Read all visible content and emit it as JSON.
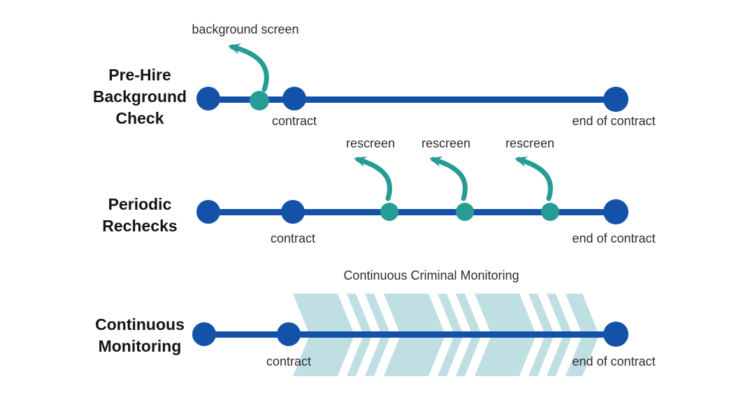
{
  "colors": {
    "blue": "#1352a8",
    "teal": "#279c94",
    "band": "#bfdfe3",
    "title_text": "#141414",
    "label_text": "#2d2d2d"
  },
  "rows": [
    {
      "title_lines": [
        "Pre-Hire",
        "Background",
        "Check"
      ],
      "annotation": "background screen",
      "contract_label": "contract",
      "end_label": "end of contract"
    },
    {
      "title_lines": [
        "Periodic",
        "Rechecks"
      ],
      "annotations": [
        "rescreen",
        "rescreen",
        "rescreen"
      ],
      "contract_label": "contract",
      "end_label": "end of contract"
    },
    {
      "title_lines": [
        "Continuous",
        "Monitoring"
      ],
      "band_label": "Continuous Criminal Monitoring",
      "contract_label": "contract",
      "end_label": "end of contract"
    }
  ]
}
